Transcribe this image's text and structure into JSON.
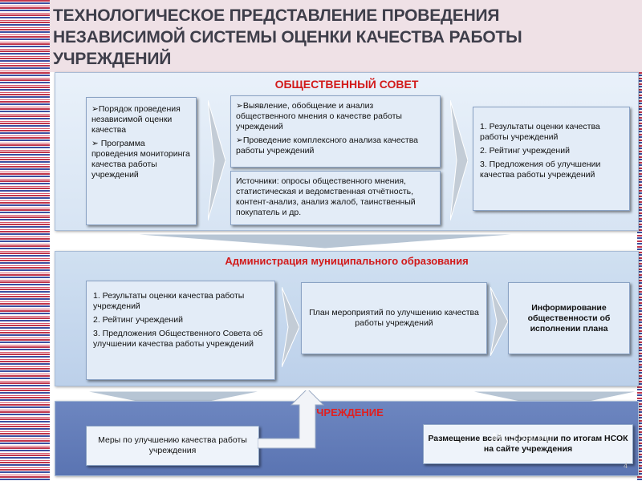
{
  "title": "ТЕХНОЛОГИЧЕСКОЕ ПРЕДСТАВЛЕНИЕ ПРОВЕДЕНИЯ НЕЗАВИСИМОЙ СИСТЕМЫ ОЦЕНКИ КАЧЕСТВА РАБОТЫ УЧРЕЖДЕНИЙ",
  "council": {
    "heading": "ОБЩЕСТВЕННЫЙ СОВЕТ",
    "box1": {
      "item1": "Порядок проведения независимой оценки качества",
      "item2": "Программа проведения мониторинга качества работы учреждений"
    },
    "box2": {
      "item1": "Выявление, обобщение и анализ общественного мнения о качестве работы учреждений",
      "item2": "Проведение комплексного анализа качества работы учреждений"
    },
    "box3": "Источники: опросы общественного мнения, статистическая и ведомственная отчётность, контент-анализ, анализ жалоб, таинственный покупатель и др.",
    "box4": {
      "item1": "1. Результаты оценки качества работы учреждений",
      "item2": "2. Рейтинг учреждений",
      "item3": "3. Предложения об улучшении качества работы учреждений"
    }
  },
  "admin": {
    "heading": "Администрация муниципального образования",
    "box1": {
      "item1": "1. Результаты оценки качества работы учреждений",
      "item2": "2. Рейтинг учреждений",
      "item3": "3. Предложения Общественного Совета об улучшении качества работы учреждений"
    },
    "box2": "План мероприятий по улучшению качества работы учреждений",
    "box3": "Информирование общественности об исполнении плана"
  },
  "institution": {
    "heading": "УЧРЕЖДЕНИЕ",
    "box1": "Меры по улучшению качества работы учреждения",
    "box2": "Размещение всей информации по итогам НСОК на сайте учреждения"
  },
  "watermark": "MyShared",
  "page_number": "4",
  "colors": {
    "title_bg": "#efe1e6",
    "heading_red": "#d21a1a",
    "band_blue": "#5a74b2",
    "box_bg": "#e3ecf7"
  }
}
